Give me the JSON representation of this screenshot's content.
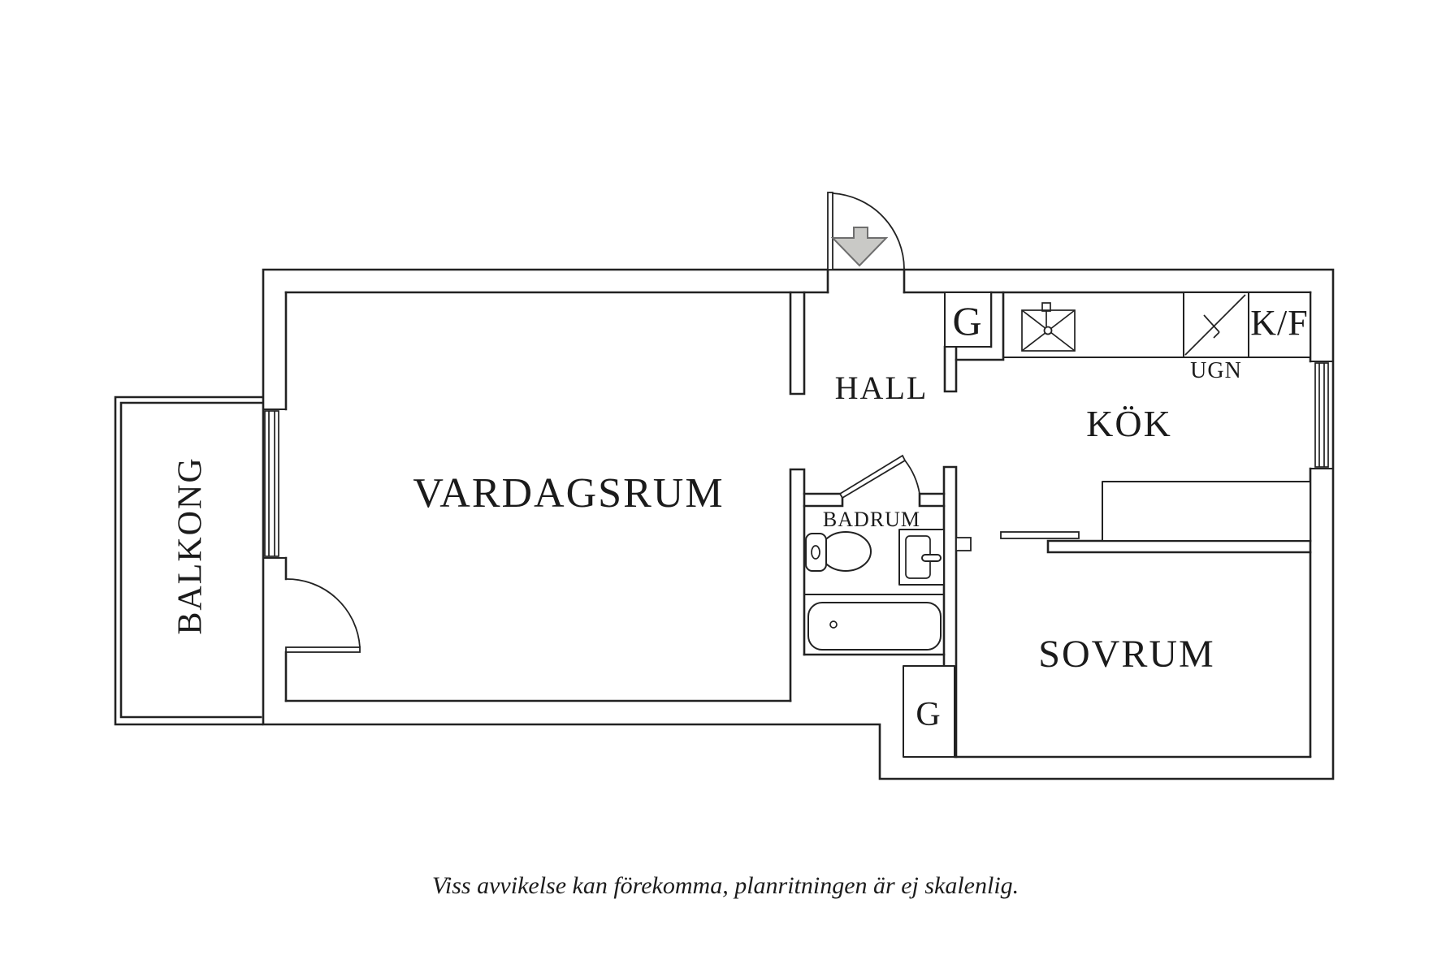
{
  "floor_plan": {
    "rooms": {
      "balkong": {
        "label": "BALKONG"
      },
      "vardagsrum": {
        "label": "VARDAGSRUM"
      },
      "hall": {
        "label": "HALL"
      },
      "badrum": {
        "label": "BADRUM"
      },
      "kok": {
        "label": "KÖK"
      },
      "sovrum": {
        "label": "SOVRUM"
      }
    },
    "fixtures": {
      "closet_top": {
        "label": "G"
      },
      "closet_bottom": {
        "label": "G"
      },
      "oven": {
        "label": "UGN"
      },
      "fridge_freezer": {
        "label": "K/F"
      }
    },
    "colors": {
      "wall_line": "#222222",
      "arrow_fill": "#c9c9c6",
      "arrow_stroke": "#6e6e6e",
      "text": "#1b1b1b"
    },
    "footer": {
      "disclaimer": "Viss avvikelse kan förekomma, planritningen är ej skalenlig."
    }
  }
}
